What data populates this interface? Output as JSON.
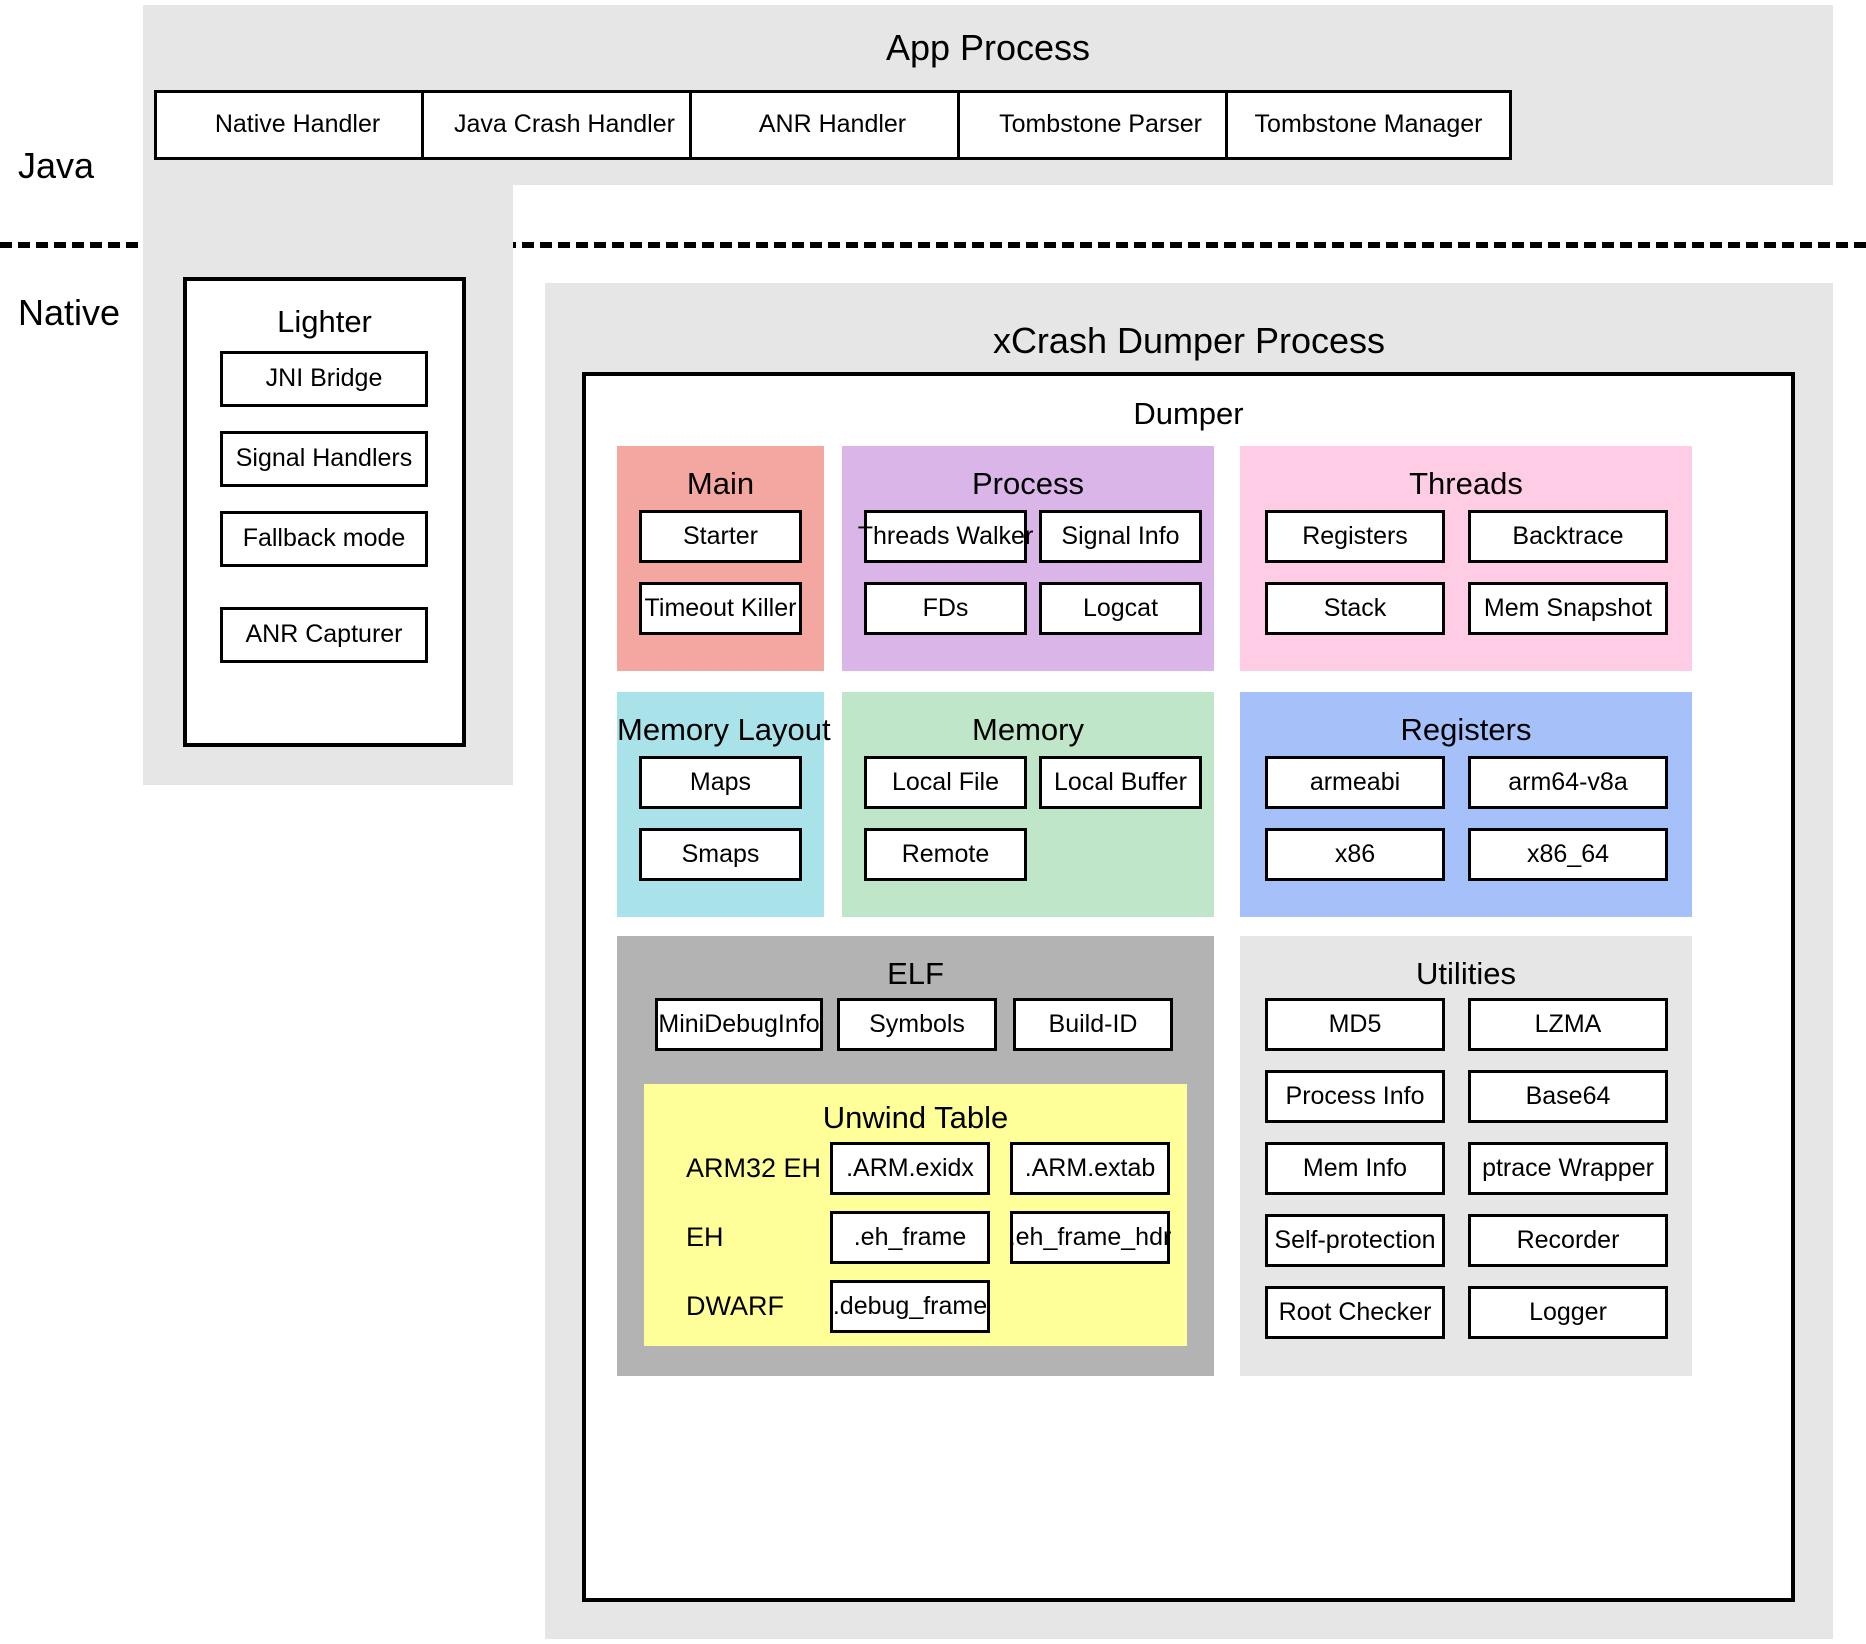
{
  "side_labels": {
    "java": "Java",
    "native": "Native"
  },
  "app_process": {
    "title": "App Process",
    "items": [
      "Native Handler",
      "Java Crash Handler",
      "ANR Handler",
      "Tombstone Parser",
      "Tombstone Manager"
    ]
  },
  "lighter": {
    "title": "Lighter",
    "items": [
      "JNI Bridge",
      "Signal Handlers",
      "Fallback mode",
      "ANR Capturer"
    ]
  },
  "dumper_process": {
    "title": "xCrash Dumper Process",
    "dumper": {
      "title": "Dumper",
      "groups": {
        "main": {
          "title": "Main",
          "color": "#f4a6a0",
          "items": [
            "Starter",
            "Timeout Killer"
          ]
        },
        "process": {
          "title": "Process",
          "color": "#dab5e8",
          "items": [
            "Threads Walker",
            "Signal Info",
            "FDs",
            "Logcat"
          ]
        },
        "threads": {
          "title": "Threads",
          "color": "#ffcce6",
          "items": [
            "Registers",
            "Backtrace",
            "Stack",
            "Mem Snapshot"
          ]
        },
        "memory_layout": {
          "title": "Memory Layout",
          "color": "#a9e2e8",
          "items": [
            "Maps",
            "Smaps"
          ]
        },
        "memory": {
          "title": "Memory",
          "color": "#bfe6c8",
          "items": [
            "Local File",
            "Local Buffer",
            "Remote"
          ]
        },
        "registers": {
          "title": "Registers",
          "color": "#a6c0fa",
          "items": [
            "armeabi",
            "arm64-v8a",
            "x86",
            "x86_64"
          ]
        },
        "elf": {
          "title": "ELF",
          "color": "#b3b3b3",
          "items": [
            "MiniDebugInfo",
            "Symbols",
            "Build-ID"
          ],
          "unwind_table": {
            "title": "Unwind Table",
            "color": "#ffff99",
            "rows": [
              {
                "label": "ARM32 EH",
                "items": [
                  ".ARM.exidx",
                  ".ARM.extab"
                ]
              },
              {
                "label": "EH",
                "items": [
                  ".eh_frame",
                  ".eh_frame_hdr"
                ]
              },
              {
                "label": "DWARF",
                "items": [
                  ".debug_frame"
                ]
              }
            ]
          }
        },
        "utilities": {
          "title": "Utilities",
          "color": "#e6e6e6",
          "items": [
            "MD5",
            "LZMA",
            "Process Info",
            "Base64",
            "Mem Info",
            "ptrace Wrapper",
            "Self-protection",
            "Recorder",
            "Root Checker",
            "Logger"
          ]
        }
      }
    }
  }
}
